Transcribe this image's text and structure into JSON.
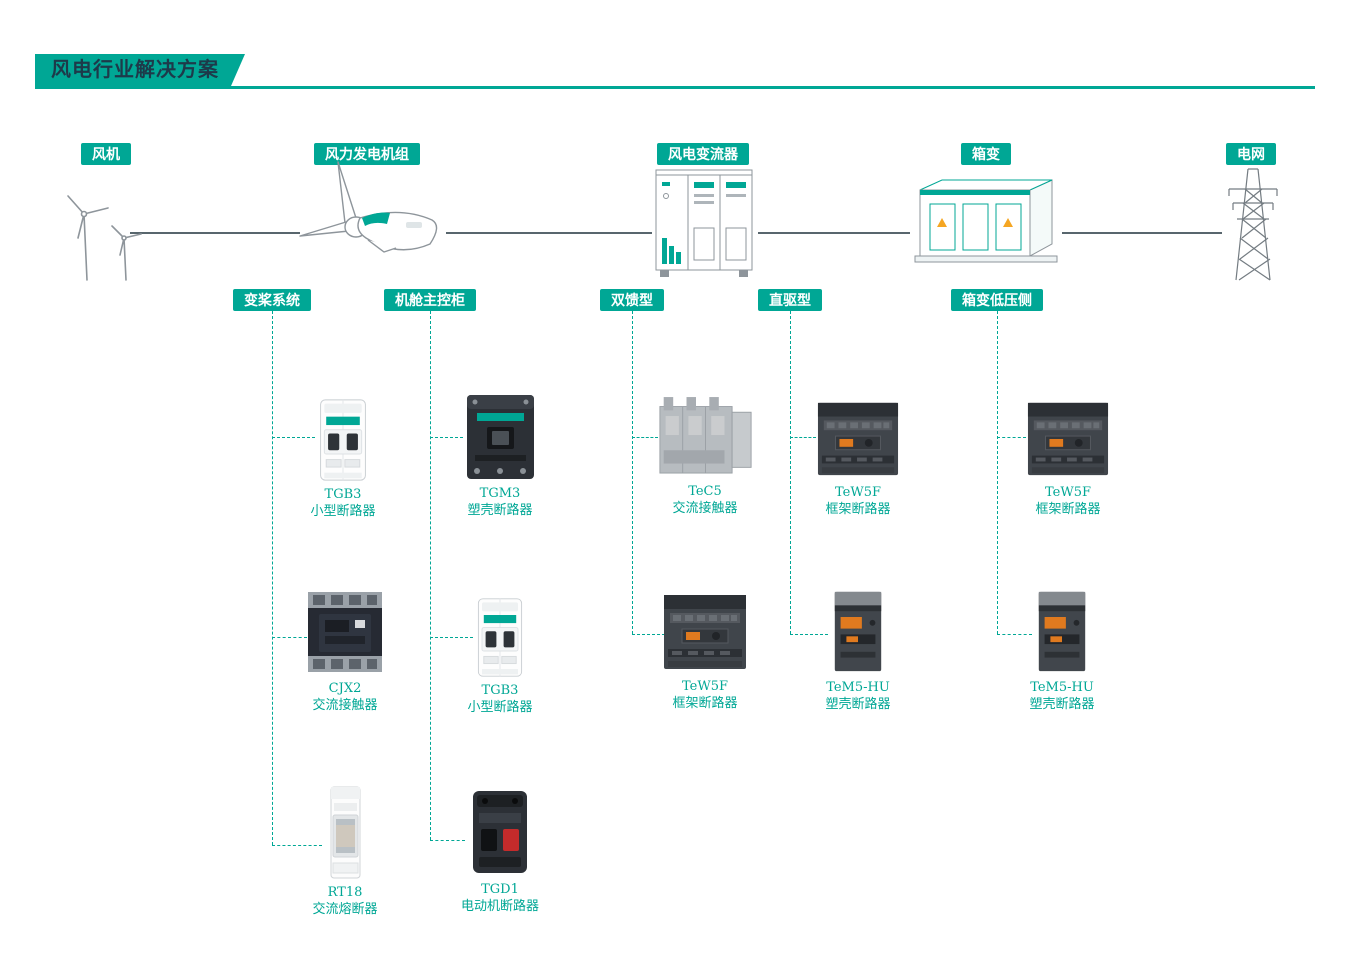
{
  "title": "风电行业解决方案",
  "colors": {
    "accent": "#00A795",
    "title_text": "#1D3A4A",
    "badge_text": "#FFFFFF",
    "product_label_text": "#00A795",
    "flow_line": "#58666D",
    "warning_triangle": "#F5A623",
    "breaker_orange_detail": "#E07A1F"
  },
  "flow_nodes": [
    {
      "label": "风机",
      "icon": "wind-turbine-icon"
    },
    {
      "label": "风力发电机组",
      "icon": "nacelle-icon"
    },
    {
      "label": "风电变流器",
      "icon": "converter-cabinet-icon"
    },
    {
      "label": "箱变",
      "icon": "box-substation-icon"
    },
    {
      "label": "电网",
      "icon": "transmission-tower-icon"
    }
  ],
  "branches": [
    {
      "label": "变桨系统",
      "products": [
        {
          "model": "TGB3",
          "name": "小型断路器",
          "icon": "mcb-white"
        },
        {
          "model": "CJX2",
          "name": "交流接触器",
          "icon": "contactor-dark"
        },
        {
          "model": "RT18",
          "name": "交流熔断器",
          "icon": "fuse-cylinder"
        }
      ]
    },
    {
      "label": "机舱主控柜",
      "products": [
        {
          "model": "TGM3",
          "name": "塑壳断路器",
          "icon": "mccb-dark"
        },
        {
          "model": "TGB3",
          "name": "小型断路器",
          "icon": "mcb-white"
        },
        {
          "model": "TGD1",
          "name": "电动机断路器",
          "icon": "motor-breaker"
        }
      ]
    },
    {
      "label": "双馈型",
      "products": [
        {
          "model": "TeC5",
          "name": "交流接触器",
          "icon": "contactor-gray"
        },
        {
          "model": "TeW5F",
          "name": "框架断路器",
          "icon": "frame-breaker"
        }
      ]
    },
    {
      "label": "直驱型",
      "products": [
        {
          "model": "TeW5F",
          "name": "框架断路器",
          "icon": "frame-breaker"
        },
        {
          "model": "TeM5-HU",
          "name": "塑壳断路器",
          "icon": "mccb-orange"
        }
      ]
    },
    {
      "label": "箱变低压侧",
      "products": [
        {
          "model": "TeW5F",
          "name": "框架断路器",
          "icon": "frame-breaker"
        },
        {
          "model": "TeM5-HU",
          "name": "塑壳断路器",
          "icon": "mccb-orange"
        }
      ]
    }
  ]
}
